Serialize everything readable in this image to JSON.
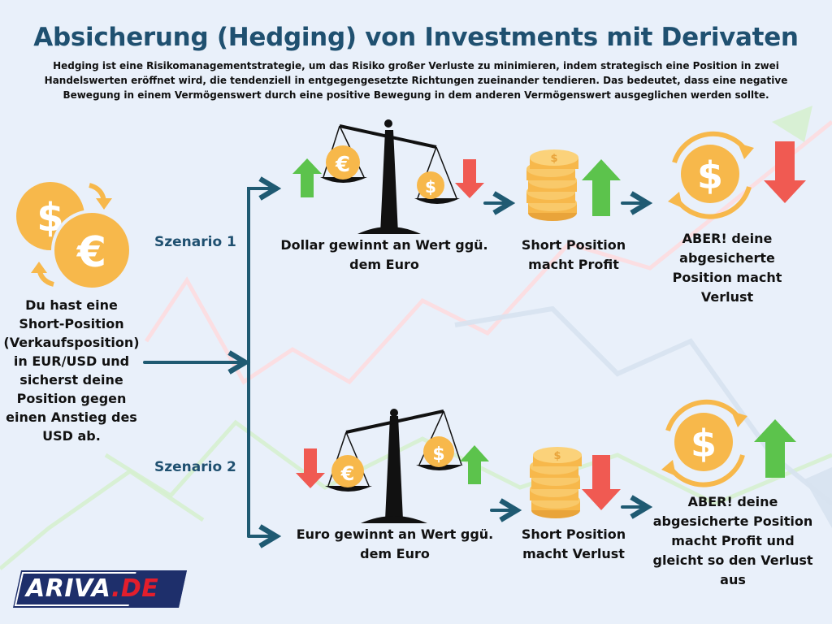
{
  "title": "Absicherung (Hedging) von Investments mit Derivaten",
  "intro": "Hedging ist eine Risikomanagementstrategie, um das Risiko großer Verluste zu minimieren, indem strategisch eine Position in zwei Handelswerten eröffnet wird, die tendenziell in entgegengesetzte Richtungen zueinander tendieren. Das bedeutet, dass eine negative Bewegung in einem Vermögenswert durch eine positive Bewegung in dem anderen Vermögenswert ausgeglichen werden sollte.",
  "start_text": "Du hast eine Short-Position (Verkaufsposition) in EUR/USD und sicherst deine Position gegen einen Anstieg des USD ab.",
  "scenario1": {
    "label": "Szenario 1",
    "scale_text": "Dollar gewinnt an Wert ggü. dem Euro",
    "position_text": "Short Position macht Profit",
    "result_text": "ABER! deine abgesicherte Position macht Verlust"
  },
  "scenario2": {
    "label": "Szenario 2",
    "scale_text": "Euro gewinnt an Wert ggü. dem Euro",
    "position_text": "Short Position macht Verlust",
    "result_text": "ABER! deine abgesicherte Position macht Profit und gleicht so den Verlust aus"
  },
  "logo": {
    "main": "ARIVA",
    "accent": ".DE"
  },
  "icons": {
    "start": "currency-exchange-icon",
    "scale": "balance-scale-icon",
    "coins": "coin-stack-icon",
    "refresh": "dollar-refresh-icon",
    "up": "arrow-up-icon",
    "down": "arrow-down-icon"
  },
  "colors": {
    "title": "#1f5070",
    "arrow_line": "#1f5a72",
    "up": "#5cc34c",
    "down": "#f05a52",
    "coin": "#f7b84b",
    "background": "#e9f0fa",
    "logo_red": "#e31e2c",
    "logo_navy": "#1e2f6b"
  }
}
